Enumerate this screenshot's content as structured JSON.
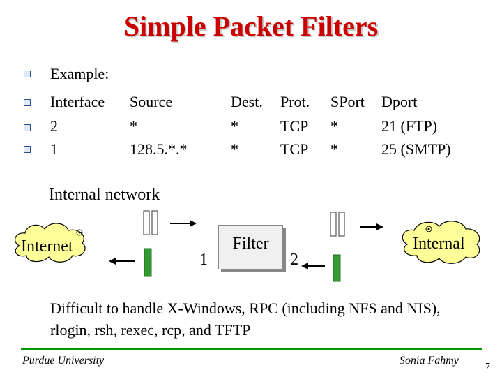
{
  "title": "Simple Packet Filters",
  "bullets": [
    "Example:",
    "Interface",
    "2",
    "1"
  ],
  "table": {
    "headers": [
      "Source",
      "Dest.",
      "Prot.",
      "SPort",
      "Dport"
    ],
    "rows": [
      [
        "*",
        "*",
        "TCP",
        "*",
        "21 (FTP)"
      ],
      [
        "128.5.*.*",
        "*",
        "TCP",
        "*",
        "25 (SMTP)"
      ]
    ]
  },
  "diagram": {
    "heading": "Internal network",
    "left_cloud": "Internet",
    "right_cloud": "Internal",
    "filter": "Filter",
    "iface1": "1",
    "iface2": "2",
    "colors": {
      "cloud_fill": "#ffff99",
      "interface_bar": "#339933",
      "packet_icon": "#666666"
    }
  },
  "note": "Difficult to handle X-Windows, RPC (including NFS and NIS), rlogin, rsh, rexec, rcp, and TFTP",
  "footer": {
    "left": "Purdue University",
    "right": "Sonia Fahmy",
    "page": "7"
  },
  "colors": {
    "title": "#cc0000",
    "footer_rule": "#009900",
    "bullet": "#2c4f96"
  }
}
